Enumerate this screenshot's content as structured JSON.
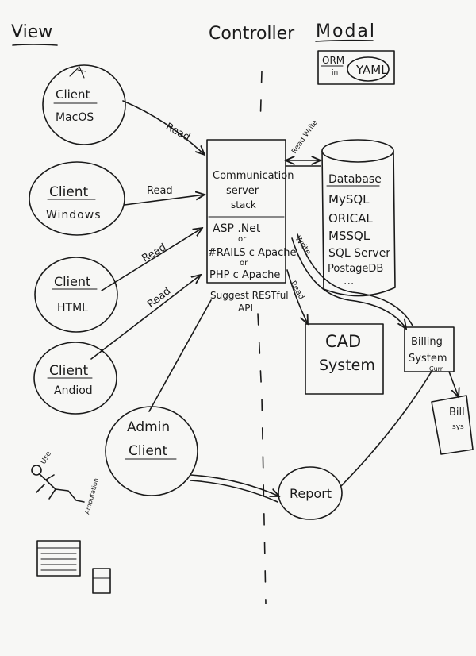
{
  "headers": {
    "view": "View",
    "controller": "Controller",
    "modal": "Modal"
  },
  "orm": {
    "orm": "ORM",
    "in": "in",
    "yaml": "YAML"
  },
  "clients": [
    {
      "line1": "Client",
      "line2": "MacOS",
      "arrow_label": "Read"
    },
    {
      "line1": "Client",
      "line2": "Windows",
      "arrow_label": "Read"
    },
    {
      "line1": "Client",
      "line2": "HTML",
      "arrow_label": "Read"
    },
    {
      "line1": "Client",
      "line2": "Andiod",
      "arrow_label": "Read"
    }
  ],
  "admin": {
    "line1": "Admin",
    "line2": "Client"
  },
  "server": {
    "title1": "Communication",
    "title2": "server",
    "title3": "stack",
    "opt1": "ASP .Net",
    "or1": "or",
    "opt2": "#RAILS c Apache",
    "or2": "or",
    "opt3": "PHP c Apache",
    "note1": "Suggest RESTful",
    "note2": "API"
  },
  "read_write_label": "Read Write",
  "database": {
    "title": "Database",
    "items": [
      "MySQL",
      "ORICAL",
      "MSSQL",
      "SQL Server",
      "PostageDB",
      "..."
    ]
  },
  "write_label": "Write",
  "read_label": "Read",
  "cad": {
    "line1": "CAD",
    "line2": "System"
  },
  "billing": {
    "line1": "Billing",
    "line2": "System",
    "note": "Curr"
  },
  "bill": {
    "line1": "Bill",
    "line2": "sys"
  },
  "report": "Report",
  "actor": {
    "label1": "Use",
    "label2": "Amputation"
  }
}
